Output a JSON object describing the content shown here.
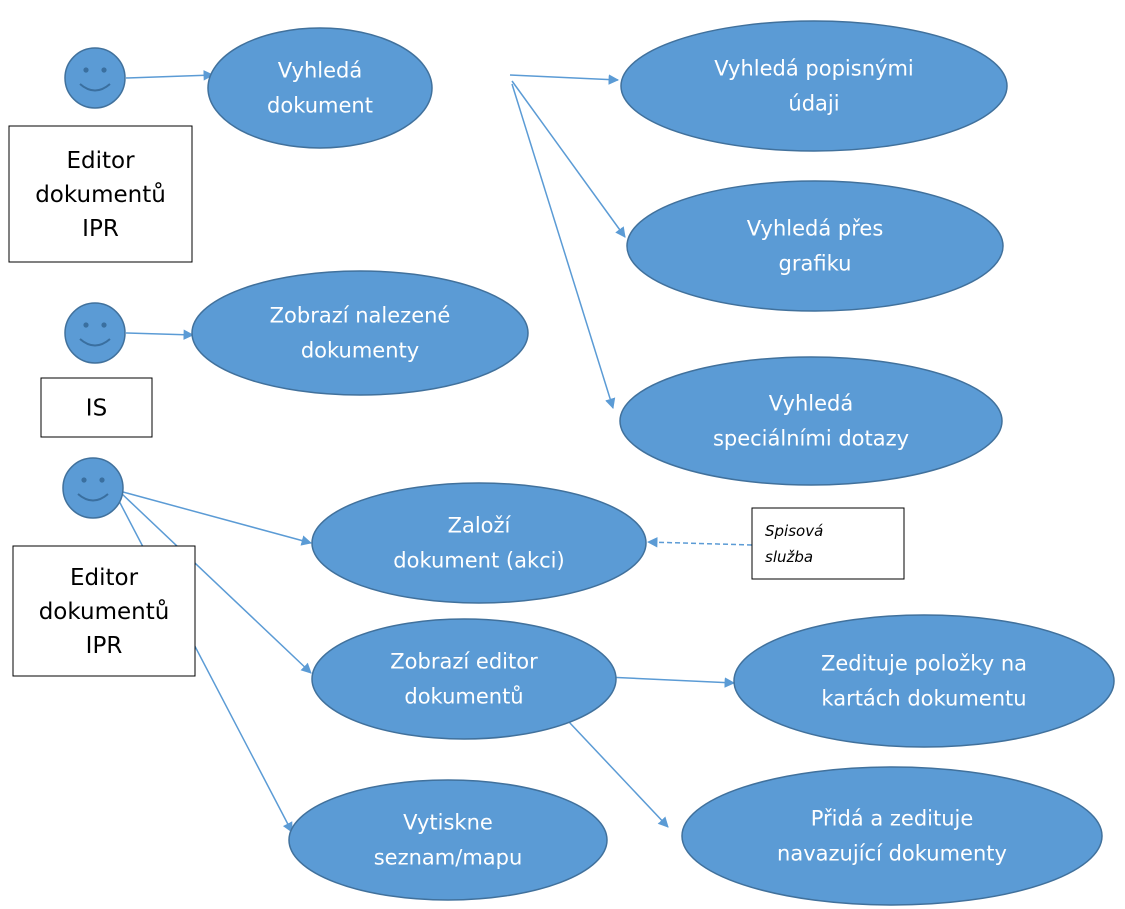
{
  "colors": {
    "node_fill": "#5b9bd5",
    "node_stroke": "#41719c",
    "edge": "#5b9bd5",
    "actor_fill": "#5b9bd5",
    "text_on_node": "#ffffff"
  },
  "actors": [
    {
      "id": "actor-1",
      "label": [
        "Editor",
        "dokumentů",
        "IPR"
      ]
    },
    {
      "id": "actor-2",
      "label": [
        "IS"
      ]
    },
    {
      "id": "actor-3",
      "label": [
        "Editor",
        "dokumentů",
        "IPR"
      ]
    }
  ],
  "use_cases": [
    {
      "id": "vyhleda-dokument",
      "label": [
        "Vyhledá",
        "dokument"
      ]
    },
    {
      "id": "vyhleda-popisnymi-udaji",
      "label": [
        "Vyhledá popisnými",
        "údaji"
      ]
    },
    {
      "id": "vyhleda-pres-grafiku",
      "label": [
        "Vyhledá přes",
        "grafiku"
      ]
    },
    {
      "id": "vyhleda-specialnimi-dotazy",
      "label": [
        "Vyhledá",
        "speciálními dotazy"
      ]
    },
    {
      "id": "zobrazi-nalezene-dokumenty",
      "label": [
        "Zobrazí nalezené",
        "dokumenty"
      ]
    },
    {
      "id": "zalozi-dokument",
      "label": [
        "Založí",
        "dokument (akci)"
      ]
    },
    {
      "id": "zobrazi-editor-dokumentu",
      "label": [
        "Zobrazí editor",
        "dokumentů"
      ]
    },
    {
      "id": "edituje-polozky",
      "label": [
        "Zedituje položky na",
        "kartách dokumentu"
      ]
    },
    {
      "id": "vytiskne-seznam",
      "label": [
        "Vytiskne",
        "seznam/mapu"
      ]
    },
    {
      "id": "prida-navazujici",
      "label": [
        "Přidá a zedituje",
        "navazující dokumenty"
      ]
    }
  ],
  "external_note": {
    "id": "spisova-sluzba",
    "label": [
      "Spisová",
      "služba"
    ]
  },
  "edges": [
    {
      "from": "actor-1",
      "to": "vyhleda-dokument",
      "style": "solid"
    },
    {
      "from": "vyhleda-dokument",
      "to": "vyhleda-popisnymi-udaji",
      "style": "solid"
    },
    {
      "from": "vyhleda-dokument",
      "to": "vyhleda-pres-grafiku",
      "style": "solid"
    },
    {
      "from": "vyhleda-dokument",
      "to": "vyhleda-specialnimi-dotazy",
      "style": "solid"
    },
    {
      "from": "actor-2",
      "to": "zobrazi-nalezene-dokumenty",
      "style": "solid"
    },
    {
      "from": "actor-3",
      "to": "zalozi-dokument",
      "style": "solid"
    },
    {
      "from": "actor-3",
      "to": "zobrazi-editor-dokumentu",
      "style": "solid"
    },
    {
      "from": "actor-3",
      "to": "vytiskne-seznam",
      "style": "solid"
    },
    {
      "from": "zobrazi-editor-dokumentu",
      "to": "edituje-polozky",
      "style": "solid"
    },
    {
      "from": "zobrazi-editor-dokumentu",
      "to": "prida-navazujici",
      "style": "solid"
    },
    {
      "from": "spisova-sluzba",
      "to": "zalozi-dokument",
      "style": "dashed"
    }
  ]
}
